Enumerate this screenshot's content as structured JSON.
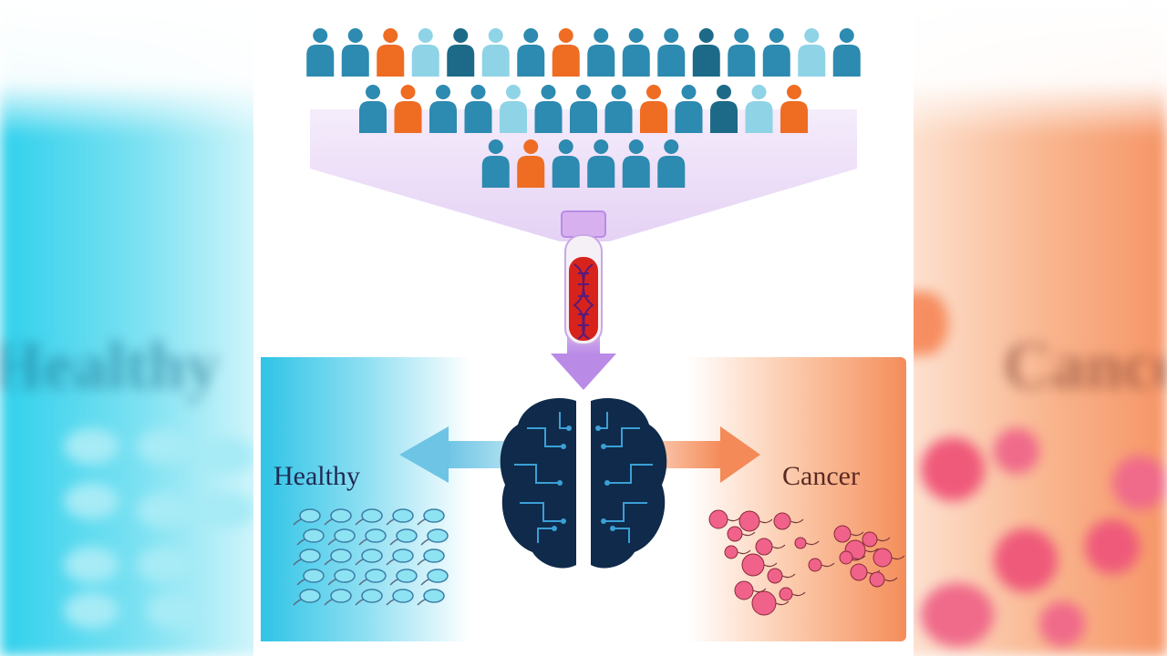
{
  "labels": {
    "healthy": "Healthy",
    "cancer": "Cancer"
  },
  "population": {
    "rows": [
      [
        "teal",
        "teal",
        "orange",
        "light",
        "dark",
        "light",
        "teal",
        "orange",
        "teal",
        "teal",
        "teal",
        "dark",
        "teal",
        "teal",
        "light",
        "teal"
      ],
      [
        "teal",
        "orange",
        "teal",
        "teal",
        "light",
        "teal",
        "teal",
        "teal",
        "orange",
        "teal",
        "dark",
        "light",
        "orange"
      ],
      [
        "teal",
        "orange",
        "teal",
        "teal",
        "teal",
        "teal"
      ]
    ],
    "colors": {
      "teal": "#2d8ab0",
      "dark": "#1d6a88",
      "light": "#8fd3e6",
      "orange": "#ef6c23"
    }
  },
  "colors": {
    "funnel": "#e6d4f3",
    "arrow_down": "#c79cea",
    "arrow_left": "#7cc7e6",
    "arrow_right": "#f48b5c",
    "tube_cap": "#cfa7ec",
    "blood": "#d8231c",
    "brain": "#0f2a4a",
    "circuit": "#3aa0d6",
    "healthy_panel": "#36c7e6",
    "cancer_panel": "#f59264"
  },
  "icons": {
    "tube": "blood-sample-tube-icon",
    "dna": "dna-helix-icon",
    "brain": "ai-brain-icon",
    "healthy_cells": "healthy-cells-icon",
    "cancer_cells": "cancer-cells-icon"
  }
}
